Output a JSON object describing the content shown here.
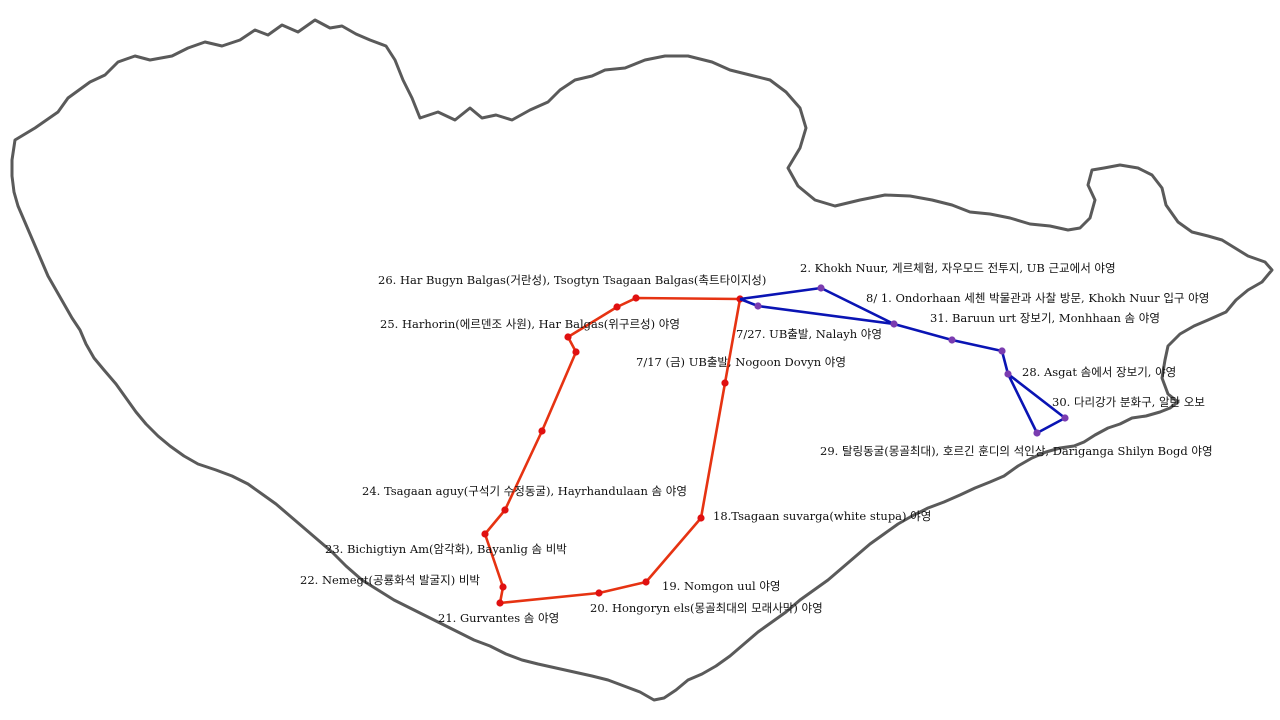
{
  "colors": {
    "country_outline": "#555555",
    "route_south": "#e63312",
    "route_south_stops": "#e01010",
    "route_east": "#0a14b4",
    "route_east_stops": "#7a3cb0"
  },
  "labels": {
    "l26": "26. Har Bugyn Balgas(거란성), Tsogtyn Tsagaan Balgas(촉트타이지성)",
    "l2": "2. Khokh Nuur, 게르체험,  자우모드 전투지, UB 근교에서 야영",
    "l81": "8/ 1. Ondorhaan 세첸 박물관과 사찰 방문, Khokh Nuur 입구 야영",
    "l25": "25. Harhorin(에르덴조 사원), Har Balgas(위구르성) 야영",
    "l31": "31. Baruun urt 장보기, Monhhaan 솜 야영",
    "l727": "7/27. UB출발, Nalayh 야영",
    "l717": "7/17 (금)  UB출발, Nogoon Dovyn 야영",
    "l28": "28. Asgat 솜에서 장보기, 야영",
    "l30": "30. 다리강가 분화구, 알탄 오보",
    "l29": "29. 탈링동굴(몽골최대), 호르긴 훈디의 석인상, Dariganga Shilyn Bogd 야영",
    "l24": "24. Tsagaan aguy(구석기 수정동굴), Hayrhandulaan 솜 야영",
    "l18": "18.Tsagaan suvarga(white stupa) 야영",
    "l23": "23. Bichigtiyn Am(암각화), Bayanlig 솜 비박",
    "l22": "22. Nemegt(공룡화석 발굴지) 비박",
    "l19": "19. Nomgon uul 야영",
    "l20": "20. Hongoryn els(몽골최대의 모래사막) 야영",
    "l21": "21. Gurvantes 솜 야영"
  }
}
